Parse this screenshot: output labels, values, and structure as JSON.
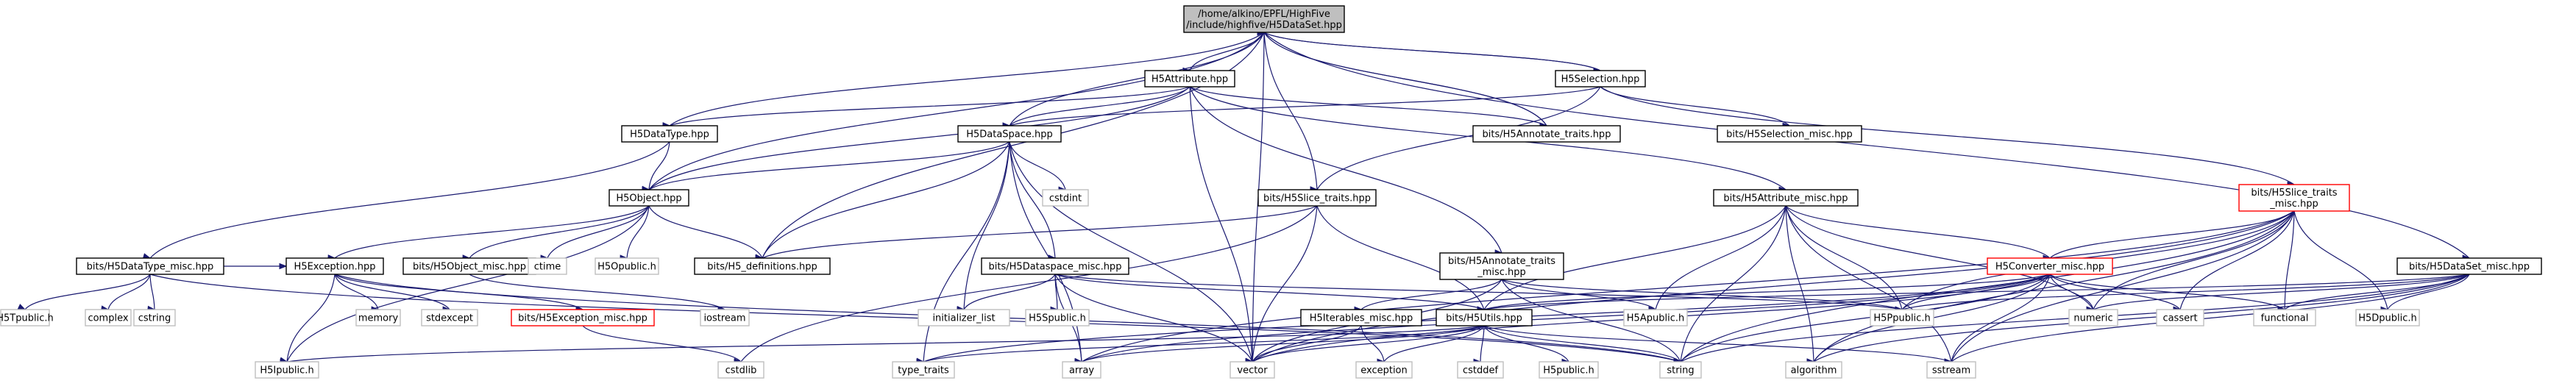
{
  "colors": {
    "edge": "#191970",
    "box_border": "#000000",
    "missing_border": "#bfbfbf",
    "highlight_fill": "#bfbfbf",
    "red_border": "#ff0000"
  },
  "nodes": {
    "root": {
      "lines": [
        "/home/alkino/EPFL/HighFive",
        "/include/highfive/H5DataSet.hpp"
      ],
      "style": "root"
    },
    "h5attr": {
      "lines": [
        "H5Attribute.hpp"
      ],
      "style": "box"
    },
    "h5sel": {
      "lines": [
        "H5Selection.hpp"
      ],
      "style": "box"
    },
    "h5dtype": {
      "lines": [
        "H5DataType.hpp"
      ],
      "style": "box"
    },
    "h5dspace": {
      "lines": [
        "H5DataSpace.hpp"
      ],
      "style": "box"
    },
    "annot": {
      "lines": [
        "bits/H5Annotate_traits.hpp"
      ],
      "style": "box"
    },
    "selmisc": {
      "lines": [
        "bits/H5Selection_misc.hpp"
      ],
      "style": "box"
    },
    "slicetr": {
      "lines": [
        "bits/H5Slice_traits.hpp"
      ],
      "style": "box"
    },
    "attrmisc": {
      "lines": [
        "bits/H5Attribute_misc.hpp"
      ],
      "style": "box"
    },
    "slicemisc": {
      "lines": [
        "bits/H5Slice_traits",
        "_misc.hpp"
      ],
      "style": "red"
    },
    "h5obj": {
      "lines": [
        "H5Object.hpp"
      ],
      "style": "box"
    },
    "cstdint": {
      "lines": [
        "cstdint"
      ],
      "style": "missing"
    },
    "dtypemisc": {
      "lines": [
        "bits/H5DataType_misc.hpp"
      ],
      "style": "box"
    },
    "h5exc": {
      "lines": [
        "H5Exception.hpp"
      ],
      "style": "box"
    },
    "objmisc": {
      "lines": [
        "bits/H5Object_misc.hpp"
      ],
      "style": "box"
    },
    "ctime": {
      "lines": [
        "ctime"
      ],
      "style": "missing"
    },
    "h5opub": {
      "lines": [
        "H5Opublic.h"
      ],
      "style": "missing"
    },
    "h5defs": {
      "lines": [
        "bits/H5_definitions.hpp"
      ],
      "style": "box"
    },
    "annotmisc": {
      "lines": [
        "bits/H5Annotate_traits",
        "_misc.hpp"
      ],
      "style": "box"
    },
    "dspacemisc": {
      "lines": [
        "bits/H5Dataspace_misc.hpp"
      ],
      "style": "box"
    },
    "convmisc": {
      "lines": [
        "H5Converter_misc.hpp"
      ],
      "style": "red"
    },
    "dsetmisc": {
      "lines": [
        "bits/H5DataSet_misc.hpp"
      ],
      "style": "box"
    },
    "h5tpub": {
      "lines": [
        "H5Tpublic.h"
      ],
      "style": "missing"
    },
    "complex": {
      "lines": [
        "complex"
      ],
      "style": "missing"
    },
    "cstring": {
      "lines": [
        "cstring"
      ],
      "style": "missing"
    },
    "memory": {
      "lines": [
        "memory"
      ],
      "style": "missing"
    },
    "stdexcept": {
      "lines": [
        "stdexcept"
      ],
      "style": "missing"
    },
    "excmisc": {
      "lines": [
        "bits/H5Exception_misc.hpp"
      ],
      "style": "red"
    },
    "iostream": {
      "lines": [
        "iostream"
      ],
      "style": "missing"
    },
    "initlist": {
      "lines": [
        "initializer_list"
      ],
      "style": "missing"
    },
    "h5spub": {
      "lines": [
        "H5Spublic.h"
      ],
      "style": "missing"
    },
    "iterables": {
      "lines": [
        "H5Iterables_misc.hpp"
      ],
      "style": "box"
    },
    "utils": {
      "lines": [
        "bits/H5Utils.hpp"
      ],
      "style": "box"
    },
    "h5apub": {
      "lines": [
        "H5Apublic.h"
      ],
      "style": "missing"
    },
    "h5ppub": {
      "lines": [
        "H5Ppublic.h"
      ],
      "style": "missing"
    },
    "numeric": {
      "lines": [
        "numeric"
      ],
      "style": "missing"
    },
    "cassert": {
      "lines": [
        "cassert"
      ],
      "style": "missing"
    },
    "functional": {
      "lines": [
        "functional"
      ],
      "style": "missing"
    },
    "h5dpub": {
      "lines": [
        "H5Dpublic.h"
      ],
      "style": "missing"
    },
    "h5ipub": {
      "lines": [
        "H5Ipublic.h"
      ],
      "style": "missing"
    },
    "cstdlib": {
      "lines": [
        "cstdlib"
      ],
      "style": "missing"
    },
    "typetraits": {
      "lines": [
        "type_traits"
      ],
      "style": "missing"
    },
    "array": {
      "lines": [
        "array"
      ],
      "style": "missing"
    },
    "vector": {
      "lines": [
        "vector"
      ],
      "style": "missing"
    },
    "exception": {
      "lines": [
        "exception"
      ],
      "style": "missing"
    },
    "cstddef": {
      "lines": [
        "cstddef"
      ],
      "style": "missing"
    },
    "h5public": {
      "lines": [
        "H5public.h"
      ],
      "style": "missing"
    },
    "string": {
      "lines": [
        "string"
      ],
      "style": "missing"
    },
    "algorithm": {
      "lines": [
        "algorithm"
      ],
      "style": "missing"
    },
    "sstream": {
      "lines": [
        "sstream"
      ],
      "style": "missing"
    }
  },
  "edges": [
    [
      "root",
      "h5attr"
    ],
    [
      "root",
      "h5sel"
    ],
    [
      "root",
      "h5dtype"
    ],
    [
      "root",
      "h5dspace"
    ],
    [
      "root",
      "annot"
    ],
    [
      "root",
      "slicetr"
    ],
    [
      "root",
      "h5obj"
    ],
    [
      "root",
      "h5defs"
    ],
    [
      "root",
      "dsetmisc"
    ],
    [
      "root",
      "vector"
    ],
    [
      "h5sel",
      "root"
    ],
    [
      "h5attr",
      "h5dtype"
    ],
    [
      "h5attr",
      "h5dspace"
    ],
    [
      "h5attr",
      "h5obj"
    ],
    [
      "h5attr",
      "annot"
    ],
    [
      "h5attr",
      "attrmisc"
    ],
    [
      "h5attr",
      "annotmisc"
    ],
    [
      "h5attr",
      "vector"
    ],
    [
      "h5sel",
      "h5dspace"
    ],
    [
      "h5sel",
      "selmisc"
    ],
    [
      "h5sel",
      "slicetr"
    ],
    [
      "h5sel",
      "slicemisc"
    ],
    [
      "h5dtype",
      "h5obj"
    ],
    [
      "h5dtype",
      "dtypemisc"
    ],
    [
      "h5dspace",
      "h5obj"
    ],
    [
      "h5dspace",
      "cstdint"
    ],
    [
      "h5dspace",
      "h5defs"
    ],
    [
      "h5dspace",
      "dspacemisc"
    ],
    [
      "h5dspace",
      "initlist"
    ],
    [
      "h5dspace",
      "vector"
    ],
    [
      "h5dspace",
      "array"
    ],
    [
      "h5dspace",
      "typetraits"
    ],
    [
      "annot",
      "root"
    ],
    [
      "h5obj",
      "h5exc"
    ],
    [
      "h5obj",
      "objmisc"
    ],
    [
      "h5obj",
      "ctime"
    ],
    [
      "h5obj",
      "h5opub"
    ],
    [
      "h5obj",
      "h5defs"
    ],
    [
      "h5obj",
      "h5ipub"
    ],
    [
      "slicetr",
      "h5defs"
    ],
    [
      "slicetr",
      "utils"
    ],
    [
      "slicetr",
      "vector"
    ],
    [
      "slicetr",
      "cstdlib"
    ],
    [
      "attrmisc",
      "convmisc"
    ],
    [
      "attrmisc",
      "utils"
    ],
    [
      "attrmisc",
      "h5apub"
    ],
    [
      "attrmisc",
      "h5ppub"
    ],
    [
      "attrmisc",
      "numeric"
    ],
    [
      "attrmisc",
      "string"
    ],
    [
      "attrmisc",
      "algorithm"
    ],
    [
      "attrmisc",
      "sstream"
    ],
    [
      "slicemisc",
      "convmisc"
    ],
    [
      "slicemisc",
      "h5ppub"
    ],
    [
      "slicemisc",
      "numeric"
    ],
    [
      "slicemisc",
      "cassert"
    ],
    [
      "slicemisc",
      "functional"
    ],
    [
      "slicemisc",
      "h5dpub"
    ],
    [
      "slicemisc",
      "string"
    ],
    [
      "slicemisc",
      "vector"
    ],
    [
      "slicemisc",
      "array"
    ],
    [
      "slicemisc",
      "sstream"
    ],
    [
      "slicemisc",
      "algorithm"
    ],
    [
      "dtypemisc",
      "h5tpub"
    ],
    [
      "dtypemisc",
      "complex"
    ],
    [
      "dtypemisc",
      "cstring"
    ],
    [
      "dtypemisc",
      "string"
    ],
    [
      "dtypemisc",
      "h5exc"
    ],
    [
      "h5exc",
      "memory"
    ],
    [
      "h5exc",
      "stdexcept"
    ],
    [
      "h5exc",
      "excmisc"
    ],
    [
      "h5exc",
      "h5ipub"
    ],
    [
      "h5exc",
      "string"
    ],
    [
      "objmisc",
      "iostream"
    ],
    [
      "excmisc",
      "cstdlib"
    ],
    [
      "annotmisc",
      "iterables"
    ],
    [
      "annotmisc",
      "h5apub"
    ],
    [
      "annotmisc",
      "h5ppub"
    ],
    [
      "annotmisc",
      "vector"
    ],
    [
      "annotmisc",
      "string"
    ],
    [
      "dspacemisc",
      "array"
    ],
    [
      "dspacemisc",
      "initlist"
    ],
    [
      "dspacemisc",
      "vector"
    ],
    [
      "dspacemisc",
      "h5spub"
    ],
    [
      "dspacemisc",
      "h5ppub"
    ],
    [
      "dspacemisc",
      "utils"
    ],
    [
      "convmisc",
      "utils"
    ],
    [
      "convmisc",
      "h5ppub"
    ],
    [
      "convmisc",
      "numeric"
    ],
    [
      "convmisc",
      "string"
    ],
    [
      "convmisc",
      "array"
    ],
    [
      "convmisc",
      "vector"
    ],
    [
      "convmisc",
      "cassert"
    ],
    [
      "convmisc",
      "functional"
    ],
    [
      "convmisc",
      "algorithm"
    ],
    [
      "convmisc",
      "sstream"
    ],
    [
      "convmisc",
      "typetraits"
    ],
    [
      "dsetmisc",
      "h5dpub"
    ],
    [
      "dsetmisc",
      "h5ppub"
    ],
    [
      "dsetmisc",
      "numeric"
    ],
    [
      "dsetmisc",
      "functional"
    ],
    [
      "dsetmisc",
      "string"
    ],
    [
      "dsetmisc",
      "algorithm"
    ],
    [
      "dsetmisc",
      "sstream"
    ],
    [
      "dsetmisc",
      "utils"
    ],
    [
      "iterables",
      "exception"
    ],
    [
      "iterables",
      "vector"
    ],
    [
      "utils",
      "h5ipub"
    ],
    [
      "utils",
      "cstddef"
    ],
    [
      "utils",
      "h5public"
    ],
    [
      "utils",
      "exception"
    ],
    [
      "utils",
      "array"
    ],
    [
      "utils",
      "vector"
    ],
    [
      "utils",
      "typetraits"
    ],
    [
      "utils",
      "string"
    ],
    [
      "utils",
      "sstream"
    ]
  ]
}
